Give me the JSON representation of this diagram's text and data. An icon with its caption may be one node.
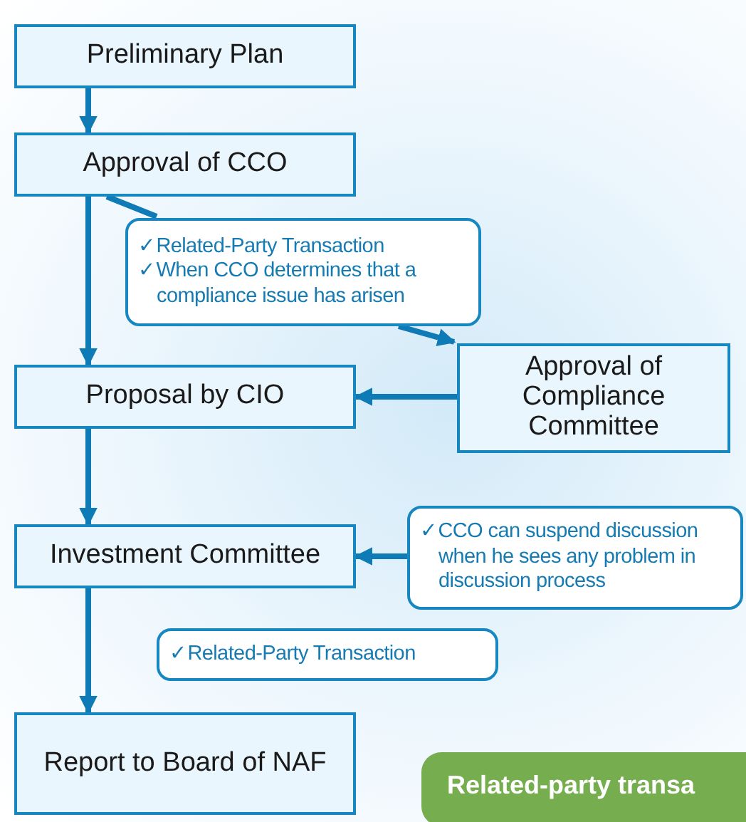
{
  "diagram": {
    "nodes": [
      {
        "text": [
          "Preliminary Plan"
        ]
      },
      {
        "text": [
          "Approval of CCO"
        ]
      },
      {
        "text": [
          "✓Related-Party Transaction",
          "✓When CCO determines that a compliance issue has arisen"
        ]
      },
      {
        "text": [
          "Proposal by CIO"
        ]
      },
      {
        "text": [
          "Approval of Compliance Committee"
        ]
      },
      {
        "text": [
          "Investment Committee"
        ]
      },
      {
        "text": [
          "✓CCO can suspend discussion when he sees any problem in discussion process"
        ]
      },
      {
        "text": [
          "✓Related-Party Transaction"
        ]
      },
      {
        "text": [
          "Report to Board of NAF"
        ]
      }
    ],
    "edges": [
      {
        "from": 0,
        "to": 1,
        "arrow": "to"
      },
      {
        "from": 1,
        "to": 3,
        "arrow": "to"
      },
      {
        "from": 1,
        "to": 2,
        "arrow": "none"
      },
      {
        "from": 2,
        "to": 4,
        "arrow": "to"
      },
      {
        "from": 4,
        "to": 3,
        "arrow": "to"
      },
      {
        "from": 3,
        "to": 5,
        "arrow": "to"
      },
      {
        "from": 6,
        "to": 5,
        "arrow": "to"
      },
      {
        "from": 5,
        "to": 8,
        "arrow": "to"
      }
    ],
    "labels": [
      "Related-party transa"
    ]
  }
}
